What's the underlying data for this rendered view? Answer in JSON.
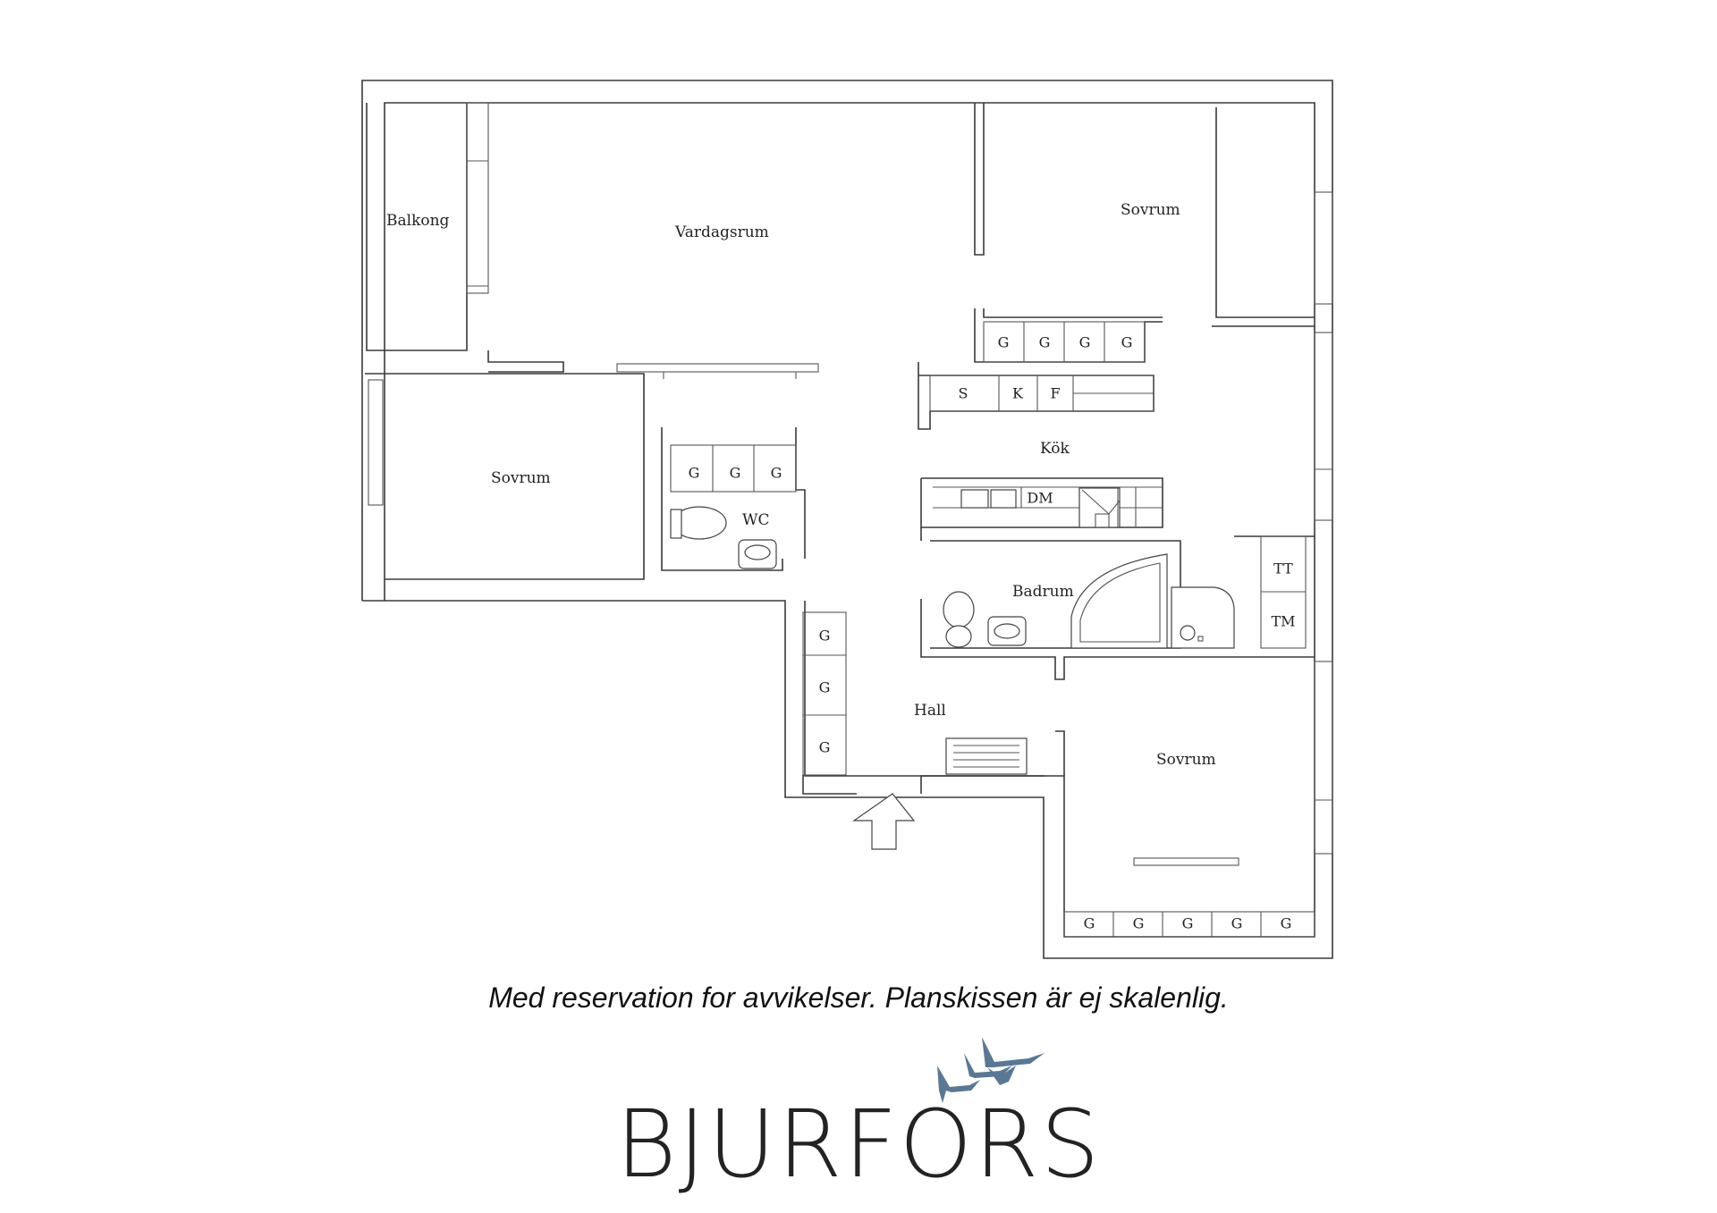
{
  "rooms": {
    "balkong": "Balkong",
    "vardagsrum": "Vardagsrum",
    "sovrum_top_right": "Sovrum",
    "sovrum_left": "Sovrum",
    "kok": "Kök",
    "wc": "WC",
    "badrum": "Badrum",
    "hall": "Hall",
    "sovrum_bottom_right": "Sovrum"
  },
  "cabinets": {
    "kitchen_top": [
      "G",
      "G",
      "G",
      "G"
    ],
    "kitchen_appliances": [
      "S",
      "K",
      "F"
    ],
    "dishwasher": "DM",
    "wc_cabinets": [
      "G",
      "G",
      "G"
    ],
    "hall_cabinets": [
      "G",
      "G",
      "G"
    ],
    "laundry": [
      "TT",
      "TM"
    ],
    "bedroom_cabinets": [
      "G",
      "G",
      "G",
      "G",
      "G"
    ]
  },
  "disclaimer": "Med reservation for avvikelser. Planskissen är ej skalenlig.",
  "brand": {
    "name": "BJURFORS",
    "logo_color": "#5a7894"
  }
}
